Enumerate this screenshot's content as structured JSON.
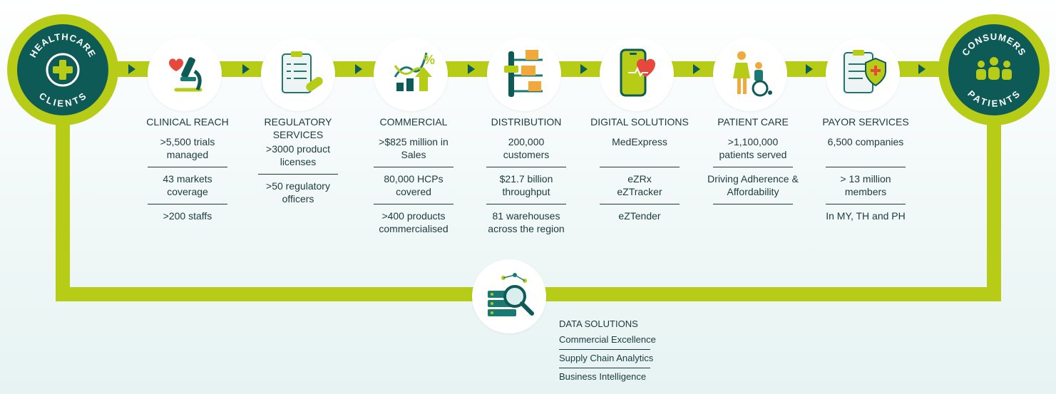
{
  "left_hub": {
    "top_text": "HEALTHCARE",
    "bottom_text": "CLIENTS",
    "icon": "medical-cross-icon"
  },
  "right_hub": {
    "top_text": "CONSUMERS",
    "bottom_text": "PATIENTS",
    "icon": "people-group-icon"
  },
  "steps": [
    {
      "title": "CLINICAL REACH",
      "icon": "microscope-heart-icon",
      "stats": [
        ">5,500 trials managed",
        "43 markets coverage",
        ">200 staffs"
      ]
    },
    {
      "title": "REGULATORY SERVICES",
      "icon": "clipboard-pill-icon",
      "stats": [
        ">3000 product licenses",
        ">50 regulatory officers"
      ]
    },
    {
      "title": "COMMERCIAL",
      "icon": "dna-growth-icon",
      "stats": [
        ">$825 million in Sales",
        "80,000 HCPs covered",
        ">400 products commercialised"
      ]
    },
    {
      "title": "DISTRIBUTION",
      "icon": "warehouse-boxes-icon",
      "stats": [
        "200,000 customers",
        "$21.7 billion throughput",
        "81 warehouses across the region"
      ]
    },
    {
      "title": "DIGITAL SOLUTIONS",
      "icon": "phone-heart-icon",
      "stats": [
        "MedExpress",
        "eZRx eZTracker",
        "eZTender"
      ]
    },
    {
      "title": "PATIENT CARE",
      "icon": "caregiver-wheelchair-icon",
      "stats": [
        ">1,100,000 patients served",
        "Driving Adherence & Affordability"
      ]
    },
    {
      "title": "PAYOR SERVICES",
      "icon": "clipboard-shield-icon",
      "stats": [
        "6,500 companies",
        "> 13 million members",
        "In MY, TH and PH"
      ]
    }
  ],
  "data_solutions": {
    "title": "DATA SOLUTIONS",
    "icon": "server-magnifier-icon",
    "items": [
      "Commercial Excellence",
      "Supply Chain Analytics",
      "Business Intelligence"
    ]
  },
  "colors": {
    "accent": "#b6cc16",
    "brand_dark": "#0d5a56",
    "text": "#1c3a3f"
  }
}
